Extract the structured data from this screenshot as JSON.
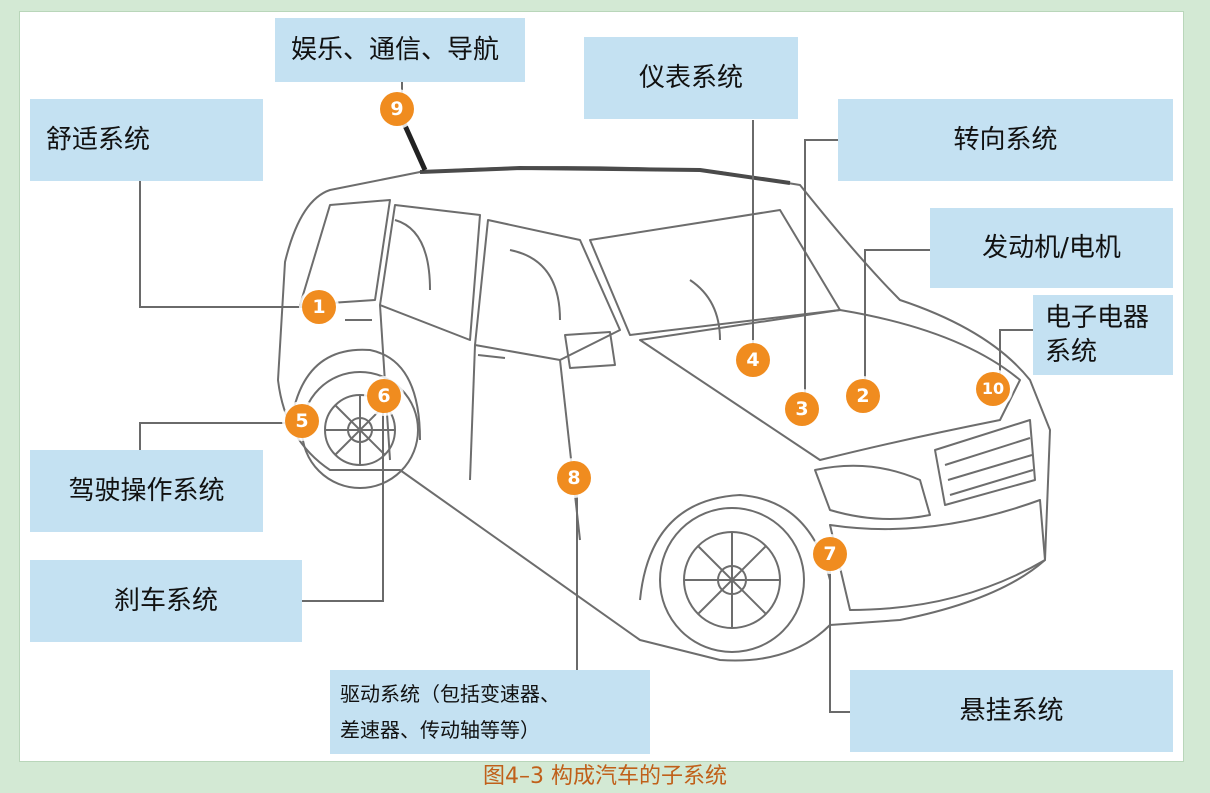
{
  "labels": {
    "entertainment": "娱乐、通信、导航",
    "instrument": "仪表系统",
    "comfort": "舒适系统",
    "steering": "转向系统",
    "engine": "发动机/电机",
    "electronics_line1": "电子电器",
    "electronics_line2": "系统",
    "driving_control": "驾驶操作系统",
    "brake": "刹车系统",
    "drive_line1": "驱动系统（包括变速器、",
    "drive_line2": "差速器、传动轴等等）",
    "suspension": "悬挂系统"
  },
  "badges": [
    "1",
    "2",
    "3",
    "4",
    "5",
    "6",
    "7",
    "8",
    "9",
    "10"
  ],
  "colors": {
    "label_bg": "#c4e1f2",
    "badge": "#f08c1f",
    "leader_line": "#6a6a6a",
    "caption": "#c0601a",
    "page_bg": "#d3e9d4"
  },
  "caption": "图4–3 构成汽车的子系统"
}
